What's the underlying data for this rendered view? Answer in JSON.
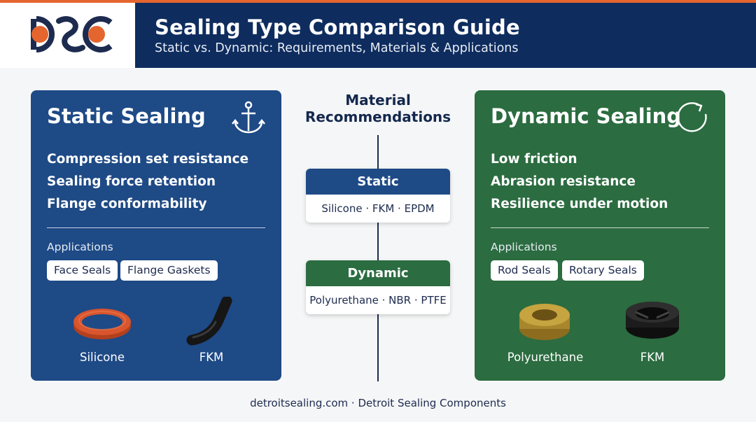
{
  "header": {
    "title": "Sealing Type Comparison Guide",
    "subtitle": "Static vs. Dynamic: Requirements, Materials & Applications"
  },
  "static_panel": {
    "title": "Static Sealing",
    "icon": "anchor-icon",
    "requirements": [
      "Compression set resistance",
      "Sealing force retention",
      "Flange conformability"
    ],
    "applications_label": "Applications",
    "applications": [
      "Face Seals",
      "Flange Gaskets"
    ],
    "materials": [
      "Silicone",
      "FKM"
    ]
  },
  "dynamic_panel": {
    "title": "Dynamic Sealing",
    "icon": "rotate-icon",
    "requirements": [
      "Low friction",
      "Abrasion resistance",
      "Resilience under motion"
    ],
    "applications_label": "Applications",
    "applications": [
      "Rod Seals",
      "Rotary Seals"
    ],
    "materials": [
      "Polyurethane",
      "FKM"
    ]
  },
  "recommendations": {
    "title_line1": "Material",
    "title_line2": "Recommendations",
    "static_label": "Static",
    "static_materials": "Silicone · FKM · EPDM",
    "dynamic_label": "Dynamic",
    "dynamic_materials": "Polyurethane · NBR · PTFE"
  },
  "footer": "detroitsealing.com · Detroit Sealing Components",
  "colors": {
    "accent_orange": "#e5652f",
    "navy": "#0e2c5e",
    "static_blue": "#1e4a86",
    "dynamic_green": "#2b6c40"
  }
}
